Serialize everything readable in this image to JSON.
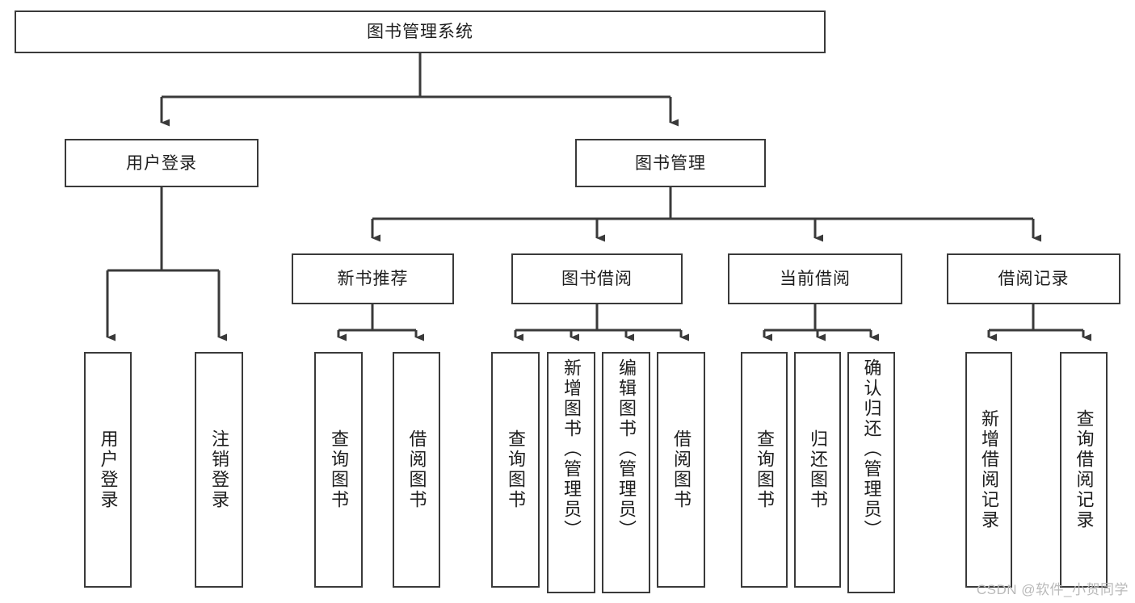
{
  "diagram": {
    "title": "图书管理系统",
    "type": "tree-hierarchy",
    "watermark": "CSDN @软件_小贺同学",
    "colors": {
      "stroke": "#3a3a3a",
      "fill": "#ffffff",
      "text": "#1d1d1d",
      "watermark": "#b9b9b9"
    },
    "nodes": {
      "root": {
        "label": "图书管理系统"
      },
      "level2": [
        {
          "id": "user-login",
          "label": "用户登录"
        },
        {
          "id": "book-manage",
          "label": "图书管理"
        }
      ],
      "level3": [
        {
          "id": "new-book-recommend",
          "label": "新书推荐"
        },
        {
          "id": "book-borrow",
          "label": "图书借阅"
        },
        {
          "id": "current-borrow",
          "label": "当前借阅"
        },
        {
          "id": "borrow-record",
          "label": "借阅记录"
        }
      ],
      "leaves": {
        "user-login": [
          {
            "id": "leaf-user-login",
            "label": "用户登录"
          },
          {
            "id": "leaf-user-logout",
            "label": "注销登录"
          }
        ],
        "new-book-recommend": [
          {
            "id": "leaf-query-book-1",
            "label": "查询图书"
          },
          {
            "id": "leaf-borrow-book-1",
            "label": "借阅图书"
          }
        ],
        "book-borrow": [
          {
            "id": "leaf-query-book-2",
            "label": "查询图书"
          },
          {
            "id": "leaf-add-book",
            "label": "新增图书（管理员）"
          },
          {
            "id": "leaf-edit-book",
            "label": "编辑图书（管理员）"
          },
          {
            "id": "leaf-borrow-book-2",
            "label": "借阅图书"
          }
        ],
        "current-borrow": [
          {
            "id": "leaf-query-book-3",
            "label": "查询图书"
          },
          {
            "id": "leaf-return-book",
            "label": "归还图书"
          },
          {
            "id": "leaf-confirm-return",
            "label": "确认归还（管理员）"
          }
        ],
        "borrow-record": [
          {
            "id": "leaf-add-record",
            "label": "新增借阅记录"
          },
          {
            "id": "leaf-query-record",
            "label": "查询借阅记录"
          }
        ]
      }
    }
  }
}
